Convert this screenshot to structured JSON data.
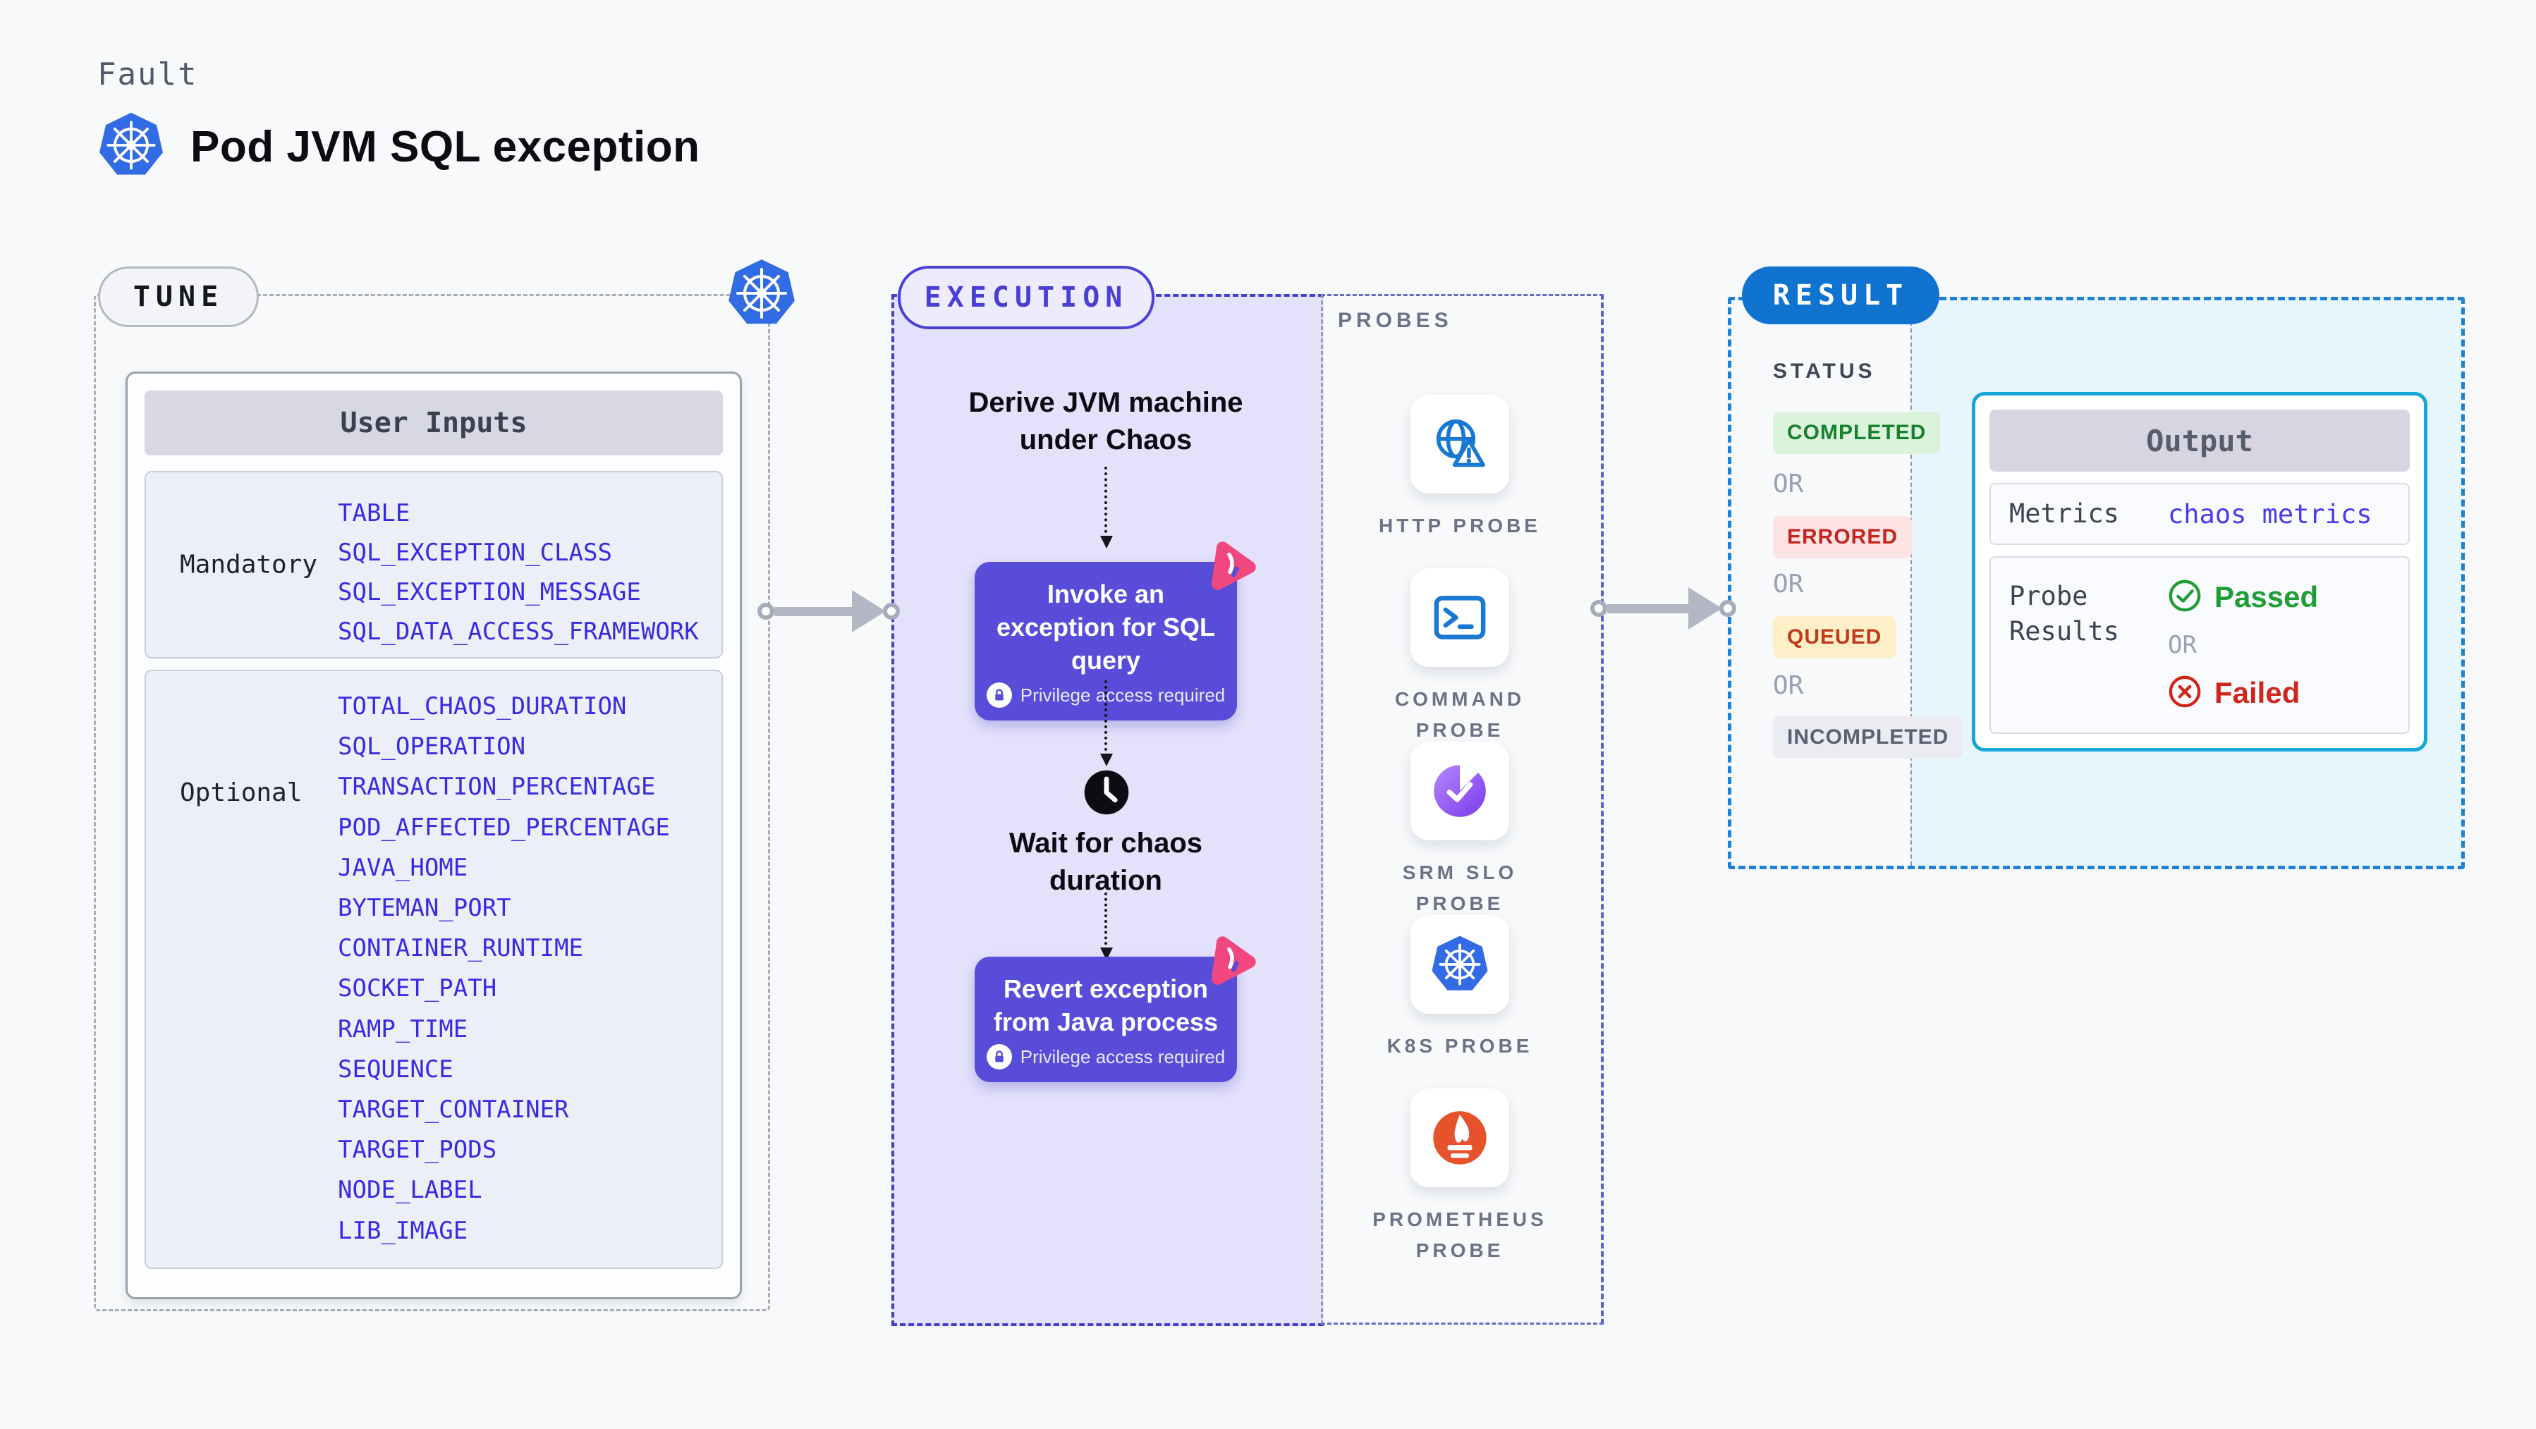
{
  "header": {
    "eyebrow": "Fault",
    "title": "Pod JVM SQL exception"
  },
  "tune": {
    "badge": "TUNE",
    "card_title": "User Inputs",
    "mandatory": {
      "label": "Mandatory",
      "fields": [
        "TABLE",
        "SQL_EXCEPTION_CLASS",
        "SQL_EXCEPTION_MESSAGE",
        "SQL_DATA_ACCESS_FRAMEWORK"
      ]
    },
    "optional": {
      "label": "Optional",
      "fields": [
        "TOTAL_CHAOS_DURATION",
        "SQL_OPERATION",
        "TRANSACTION_PERCENTAGE",
        "POD_AFFECTED_PERCENTAGE",
        "JAVA_HOME",
        "BYTEMAN_PORT",
        "CONTAINER_RUNTIME",
        "SOCKET_PATH",
        "RAMP_TIME",
        "SEQUENCE",
        "TARGET_CONTAINER",
        "TARGET_PODS",
        "NODE_LABEL",
        "LIB_IMAGE"
      ]
    }
  },
  "execution": {
    "badge": "EXECUTION",
    "derive_text": "Derive JVM machine under Chaos",
    "invoke": {
      "label": "Invoke an exception for SQL query",
      "note": "Privilege access required"
    },
    "wait_text": "Wait for chaos duration",
    "revert": {
      "label": "Revert exception from Java process",
      "note": "Privilege access required"
    }
  },
  "probes": {
    "title": "PROBES",
    "items": [
      {
        "label": "HTTP PROBE",
        "icon": "globe-alert-icon"
      },
      {
        "label": "COMMAND PROBE",
        "icon": "terminal-icon"
      },
      {
        "label": "SRM SLO PROBE",
        "icon": "slo-pie-check-icon"
      },
      {
        "label": "K8S PROBE",
        "icon": "kubernetes-icon"
      },
      {
        "label": "PROMETHEUS PROBE",
        "icon": "prometheus-flame-icon"
      }
    ]
  },
  "result": {
    "badge": "RESULT",
    "status_label": "STATUS",
    "or_label": "OR",
    "statuses": [
      {
        "label": "COMPLETED",
        "bg": "#dbf2dc",
        "color": "#17812d"
      },
      {
        "label": "ERRORED",
        "bg": "#fbe4e3",
        "color": "#c52421"
      },
      {
        "label": "QUEUED",
        "bg": "#fdf0c8",
        "color": "#c23a1b"
      },
      {
        "label": "INCOMPLETED",
        "bg": "#ebecf2",
        "color": "#5a6173"
      }
    ],
    "output": {
      "title": "Output",
      "metrics_label": "Metrics",
      "metrics_value": "chaos metrics",
      "probe_results_label": "Probe Results",
      "passed_label": "Passed",
      "failed_label": "Failed"
    }
  },
  "colors": {
    "page_bg": "#f7f9fb",
    "accent_indigo": "#574dd9",
    "execution_bg": "#e4e2fb",
    "kubernetes_blue": "#326ce5",
    "result_blue": "#1173d0",
    "output_border_cyan": "#13a7da",
    "success_green": "#1f9e35",
    "error_red": "#d0261c",
    "litmus_pink": "#f0487e",
    "probe_icon_blue": "#1878d2",
    "prometheus_orange": "#e6522c",
    "slo_purple": "#7c3aed",
    "field_value_blue": "#372ce2"
  }
}
